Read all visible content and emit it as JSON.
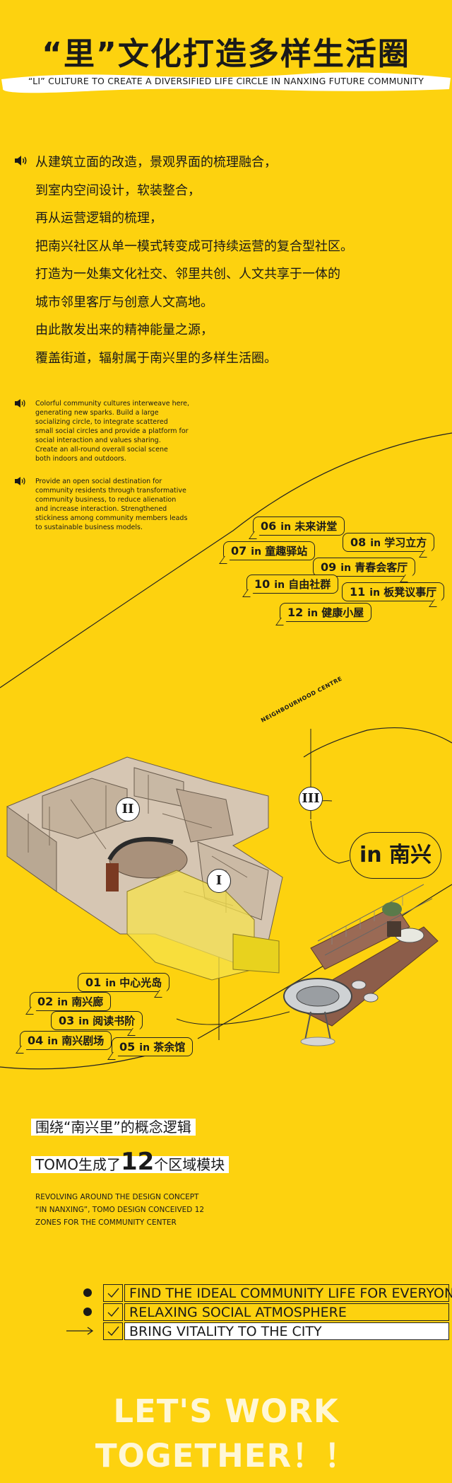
{
  "header": {
    "title": "“里”文化打造多样生活圈",
    "subtitle": "“LI” CULTURE TO CREATE A DIVERSIFIED LIFE CIRCLE IN NANXING FUTURE COMMUNITY"
  },
  "intro_cn": [
    "从建筑立面的改造，景观界面的梳理融合，",
    "到室内空间设计，软装整合，",
    "再从运营逻辑的梳理，",
    "把南兴社区从单一模式转变成可持续运营的复合型社区。",
    "打造为一处集文化社交、邻里共创、人文共享于一体的",
    "城市邻里客厅与创意人文高地。",
    "由此散发出来的精神能量之源，",
    "覆盖街道，辐射属于南兴里的多样生活圈。"
  ],
  "intro_en_1": [
    "Colorful community cultures interweave here,",
    "generating new sparks. Build a large",
    "socializing circle, to integrate scattered",
    "small social circles and provide a platform for",
    "social interaction and values sharing.",
    "Create an all-round overall social scene",
    "both indoors and outdoors."
  ],
  "intro_en_2": [
    "Provide an open social destination for",
    "community residents through transformative",
    "community business, to reduce alienation",
    "and increase interaction. Strengthened",
    "stickiness among community members leads",
    "to sustainable business models."
  ],
  "zones_top": [
    {
      "num": "06",
      "prep": "in",
      "name": "未来讲堂"
    },
    {
      "num": "07",
      "prep": "in",
      "name": "童趣驿站"
    },
    {
      "num": "08",
      "prep": "in",
      "name": "学习立方"
    },
    {
      "num": "09",
      "prep": "in",
      "name": "青春会客厅"
    },
    {
      "num": "10",
      "prep": "in",
      "name": "自由社群"
    },
    {
      "num": "11",
      "prep": "in",
      "name": "板凳议事厅"
    },
    {
      "num": "12",
      "prep": "in",
      "name": "健康小屋"
    }
  ],
  "zones_bottom": [
    {
      "num": "01",
      "prep": "in",
      "name": "中心光岛"
    },
    {
      "num": "02",
      "prep": "in",
      "name": "南兴廊"
    },
    {
      "num": "03",
      "prep": "in",
      "name": "阅读书阶"
    },
    {
      "num": "04",
      "prep": "in",
      "name": "南兴剧场"
    },
    {
      "num": "05",
      "prep": "in",
      "name": "茶余馆"
    }
  ],
  "plan": {
    "curve_label": "NEIGHBOURHOOD CENTRE",
    "roman_1": "I",
    "roman_2": "II",
    "roman_3": "III",
    "badge_prep": "in",
    "badge_name": "南兴"
  },
  "summary": {
    "line1": "围绕“南兴里”的概念逻辑",
    "line2_pre": "TOMO生成了",
    "line2_num": "12",
    "line2_post": "个区域模块",
    "en": [
      "REVOLVING AROUND THE DESIGN CONCEPT",
      "“IN NANXING”, TOMO DESIGN CONCEIVED 12",
      "ZONES FOR THE COMMUNITY CENTER"
    ]
  },
  "goals": [
    "FIND THE IDEAL COMMUNITY LIFE FOR EVERYONE",
    "RELAXING SOCIAL ATMOSPHERE",
    "BRING VITALITY TO THE CITY"
  ],
  "footer": "LET'S WORK TOGETHER！！",
  "colors": {
    "background": "#fdd20f",
    "ink": "#1a1a1a",
    "highlight": "#ffffff"
  }
}
